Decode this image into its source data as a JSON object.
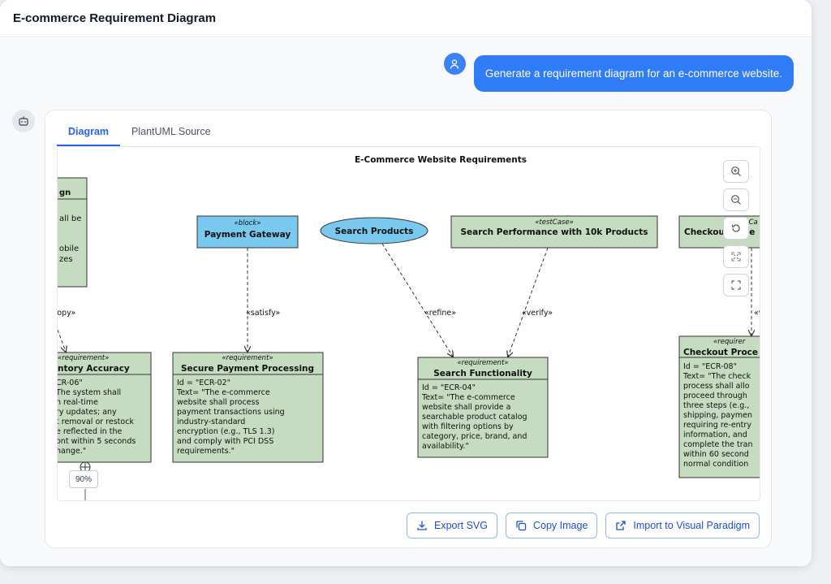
{
  "window": {
    "title": "E-commerce Requirement Diagram"
  },
  "chat": {
    "user_message": "Generate a requirement diagram for an e-commerce website."
  },
  "tabs": [
    {
      "label": "Diagram",
      "active": true
    },
    {
      "label": "PlantUML Source",
      "active": false
    }
  ],
  "diagram": {
    "title": "E-Commerce Website Requirements",
    "zoom": "90%",
    "nodes": {
      "design": {
        "label": "gn",
        "lines": [
          "all be",
          "",
          "obile",
          "zes"
        ]
      },
      "payment_gateway": {
        "stereotype": "«block»",
        "label": "Payment Gateway"
      },
      "search_products": {
        "label": "Search Products"
      },
      "search_perf": {
        "stereotype": "«testCase»",
        "label": "Search Performance with 10k Products"
      },
      "checkout_time": {
        "stereotype": "«testCa",
        "label": "Checkout Time"
      },
      "inventory": {
        "stereotype": "«requirement»",
        "label": "ntory Accuracy",
        "lines": [
          "CR-06\"",
          " The system shall",
          "n real-time",
          "ry updates; any",
          "t removal or restock",
          "e reflected in the",
          "ont within 5 seconds",
          "hange.\""
        ]
      },
      "secure_payment": {
        "stereotype": "«requirement»",
        "label": "Secure Payment Processing",
        "lines": [
          "Id = \"ECR-02\"",
          "Text= \"The e-commerce",
          "website shall process",
          "payment transactions using",
          "industry-standard",
          "encryption (e.g., TLS 1.3)",
          "and comply with PCI DSS",
          "requirements.\""
        ]
      },
      "search_func": {
        "stereotype": "«requirement»",
        "label": "Search Functionality",
        "lines": [
          "Id = \"ECR-04\"",
          "Text= \"The e-commerce",
          "website shall provide a",
          "searchable product catalog",
          "with filtering options by",
          "category, price, brand, and",
          "availability.\""
        ]
      },
      "checkout_proc": {
        "stereotype": "«requirer",
        "label": "Checkout Proce",
        "lines": [
          "Id = \"ECR-08\"",
          "Text= \"The check",
          "process shall allo",
          "proceed through",
          "three steps (e.g.,",
          "shipping, paymen",
          "requiring re-entry",
          "information, and",
          "complete the tran",
          "within 60 second",
          "normal condition"
        ]
      }
    },
    "edges": {
      "copy": "copy»",
      "satisfy": "«satisfy»",
      "refine": "«refine»",
      "verify": "«verify»",
      "checkout": "«v"
    },
    "colors": {
      "requirement_fill": "#c5dcc0",
      "block_fill": "#79c9ef",
      "usecase_fill": "#79c9ef",
      "stroke": "#333333"
    }
  },
  "controls": {
    "zoom_in": "zoom-in-icon",
    "zoom_out": "zoom-out-icon",
    "reset": "reset-icon",
    "fit": "fit-icon",
    "fullscreen": "fullscreen-icon"
  },
  "actions": {
    "export_svg": "Export SVG",
    "copy_image": "Copy Image",
    "import_vp": "Import to Visual Paradigm"
  }
}
